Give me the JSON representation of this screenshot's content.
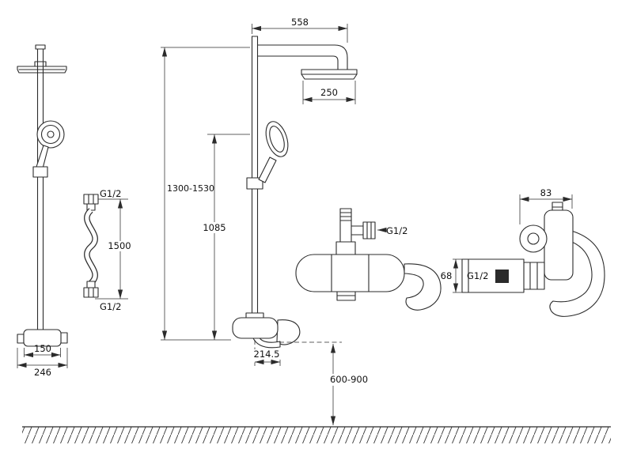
{
  "page": {
    "background": "#ffffff",
    "line_color": "#2b2b2b",
    "kind": "shower-system-installation-drawing"
  },
  "labels": {
    "side_view": {
      "dim_body_width": "150",
      "dim_overall_width": "246"
    },
    "hose": {
      "thread_top": "G1/2",
      "length": "1500",
      "thread_bottom": "G1/2"
    },
    "front_view": {
      "dim_arm_width": "558",
      "dim_head_diameter": "250",
      "dim_total_height": "1300-1530",
      "dim_riser_height": "1085",
      "dim_spout_reach": "214.5",
      "dim_install_height": "600-900"
    },
    "mixer_front": {
      "thread": "G1/2"
    },
    "mixer_side": {
      "dim_depth": "83",
      "dim_spout_height": "68",
      "thread": "G1/2"
    }
  }
}
